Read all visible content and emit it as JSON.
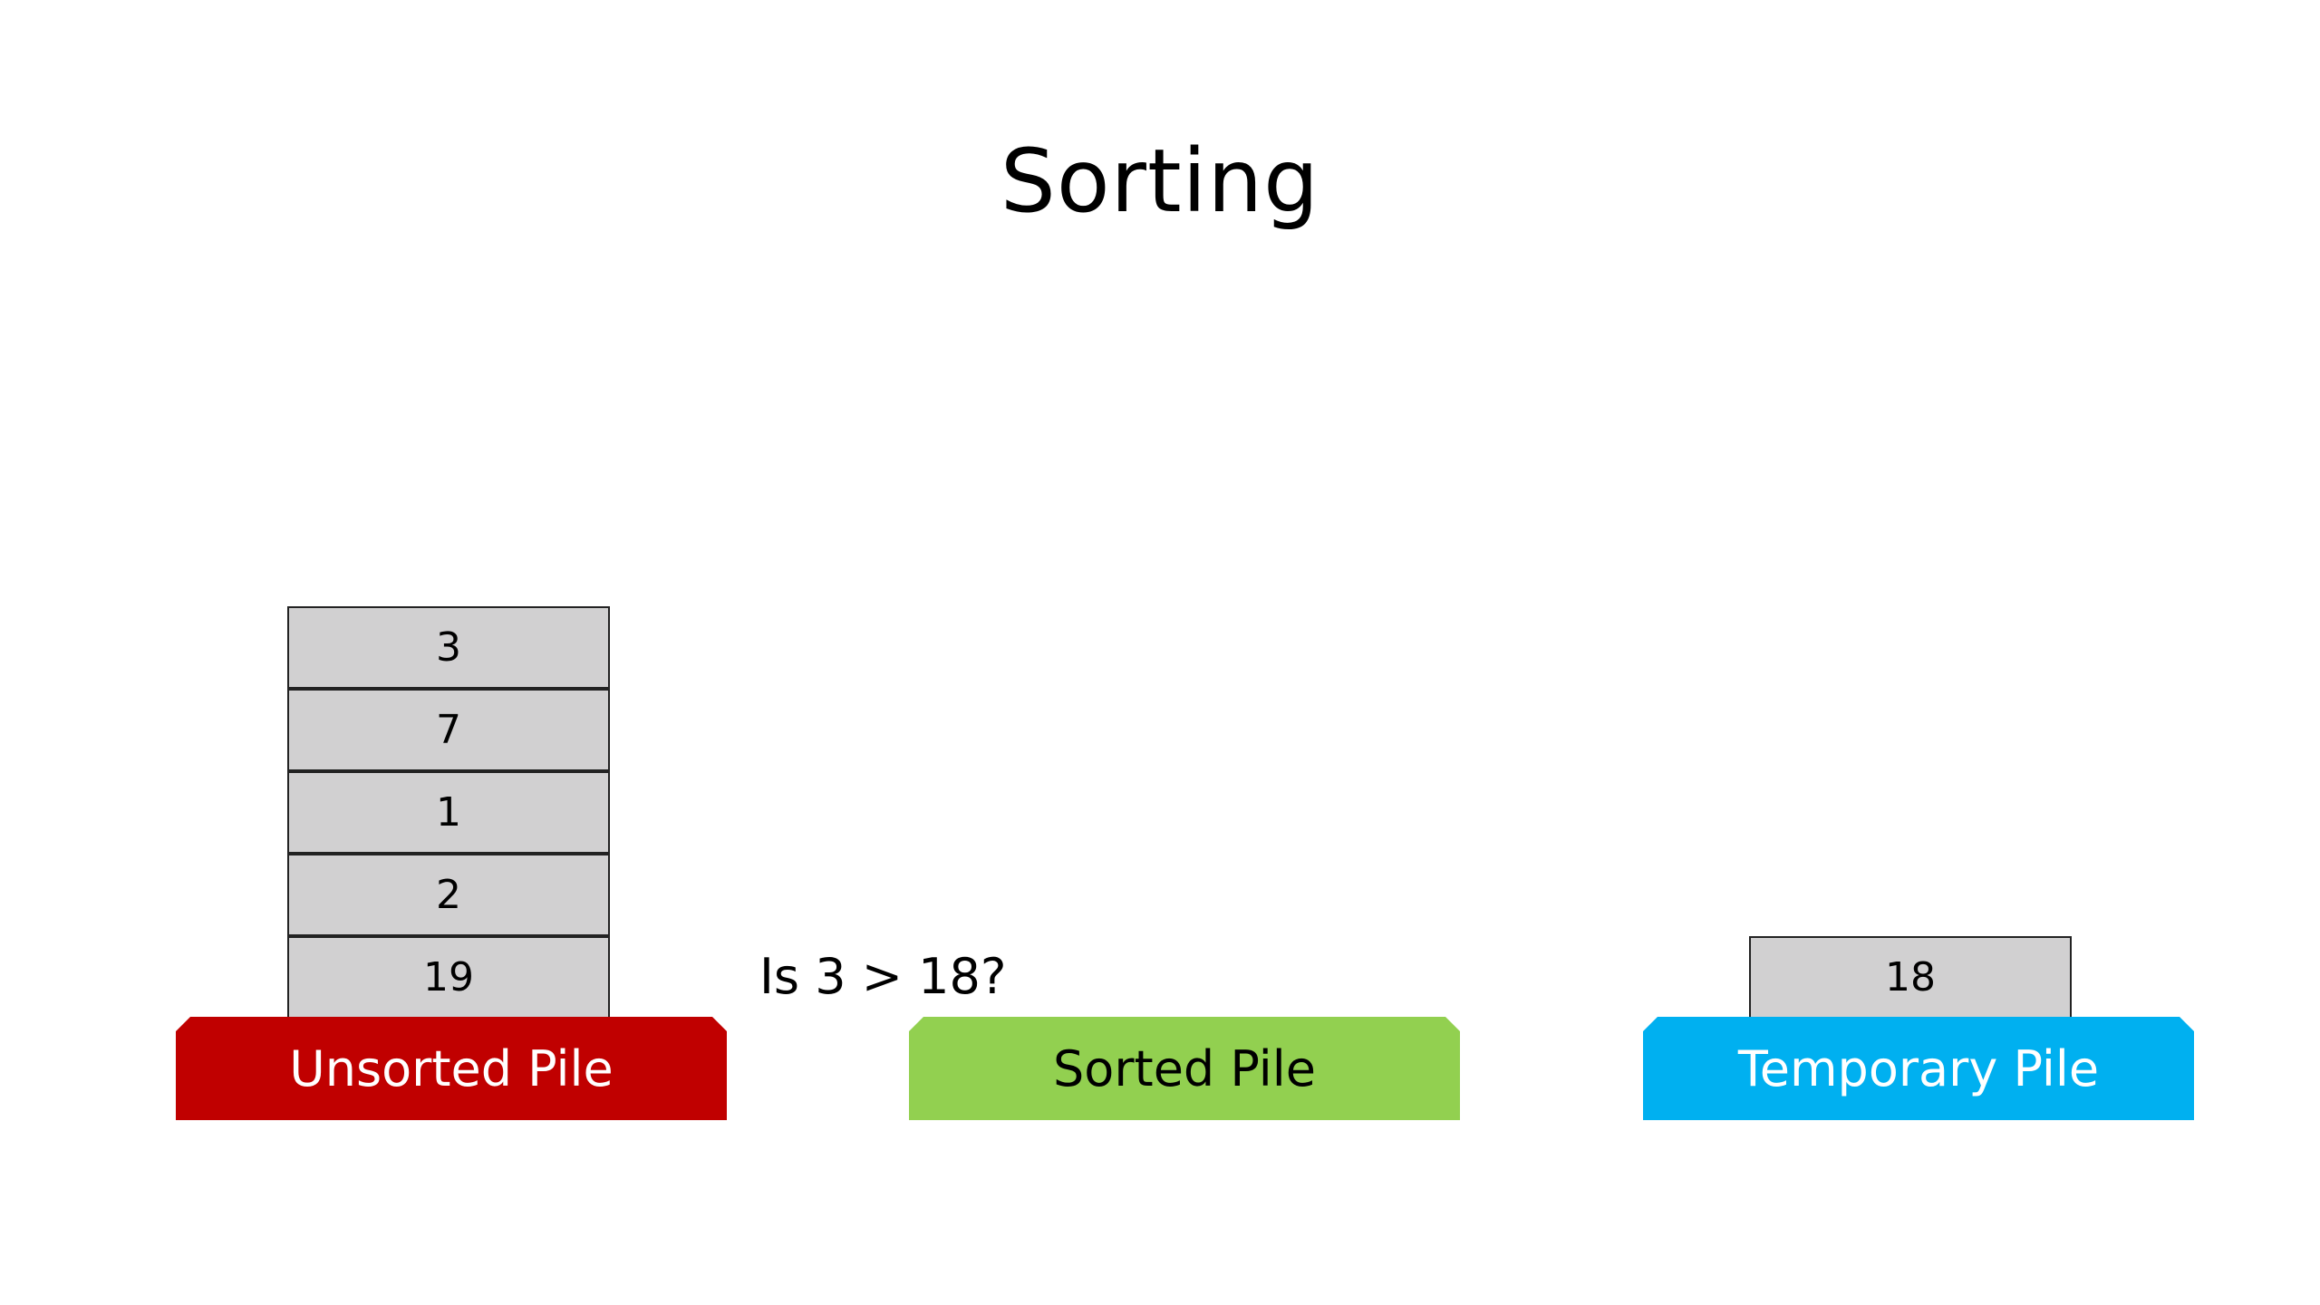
{
  "title": "Sorting",
  "question": "Is 3 > 18?",
  "piles": {
    "unsorted": {
      "label": "Unsorted Pile",
      "color": "#c00000",
      "cards": [
        "3",
        "7",
        "1",
        "2",
        "19"
      ]
    },
    "sorted": {
      "label": "Sorted Pile",
      "color": "#92d050",
      "cards": []
    },
    "temporary": {
      "label": "Temporary Pile",
      "color": "#00b0f0",
      "cards": [
        "18"
      ]
    }
  },
  "card_color": "#d1d0d1"
}
